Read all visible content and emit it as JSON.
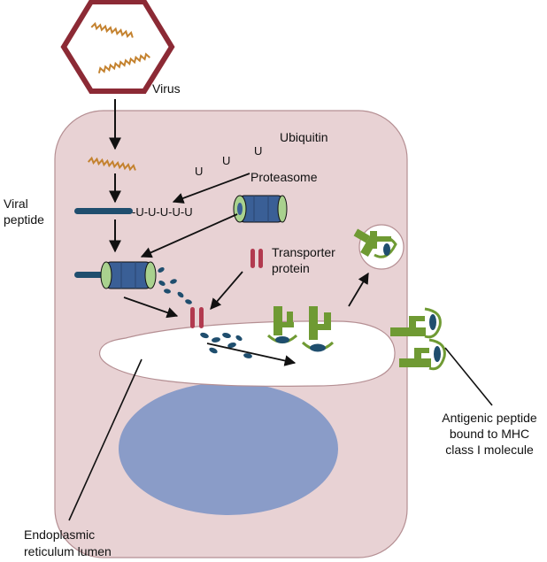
{
  "labels": {
    "virus": "Virus",
    "ubiquitin": "Ubiquitin",
    "proteasome": "Proteasome",
    "viral_peptide_line1": "Viral",
    "viral_peptide_line2": "peptide",
    "ubiquitin_chain": "-U-U-U-U-U",
    "ubiquitin_unit": "U",
    "transporter_line1": "Transporter",
    "transporter_line2": "protein",
    "antigenic_line1": "Antigenic peptide",
    "antigenic_line2": "bound to MHC",
    "antigenic_line3": "class I molecule",
    "er_line1": "Endoplasmic",
    "er_line2": "reticulum lumen"
  },
  "colors": {
    "cell": "#e8d2d4",
    "cell_border": "#b58f93",
    "virus_capsid": "#8c2a35",
    "viral_rna": "#c4822f",
    "nucleus": "#8a9cc8",
    "er_lumen": "#ffffff",
    "proteasome_body": "#3a5f96",
    "proteasome_cap": "#a9d18e",
    "peptide": "#1f4e6e",
    "transporter": "#b23a4f",
    "mhc": "#6f9a33",
    "arrow": "#111111"
  }
}
